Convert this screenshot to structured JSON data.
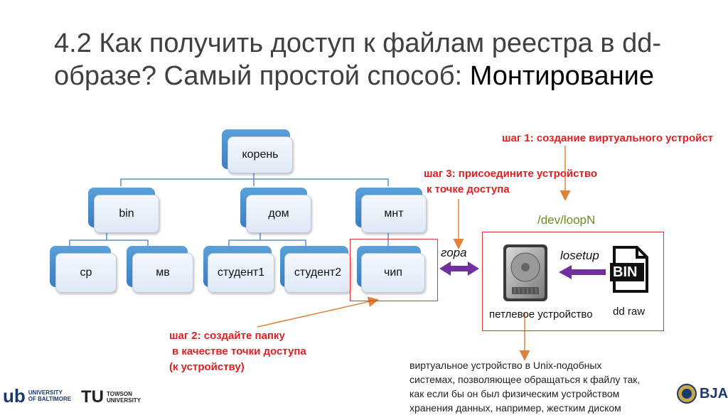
{
  "title": {
    "line1": "4.2 Как получить доступ к файлам реестра в dd-",
    "line2_prefix": "образе? Самый простой способ: ",
    "line2_emph": "Монтирование"
  },
  "tree": {
    "root": "корень",
    "level1": [
      "bin",
      "дом",
      "мнт"
    ],
    "level2": [
      "cp",
      "мв",
      "студент1",
      "студент2",
      "чип"
    ]
  },
  "steps": {
    "step1": "шаг 1: создание виртуального устройст",
    "step3_line1": "шаг 3: присоедините устройство",
    "step3_line2": "к точке доступа",
    "step2_line1": "шаг 2: создайте папку",
    "step2_line2": "в качестве точки доступа",
    "step2_line3": "(к устройству)"
  },
  "device": {
    "path": "/dev/loopN",
    "mount_label": "гора",
    "losetup_label": "losetup",
    "loop_label": "петлевое устройство",
    "dd_label": "dd raw",
    "bin_text": "BIN"
  },
  "note": {
    "line1": "виртуальное устройство в Unix-подобных",
    "line2": "системах, позволяющее обращаться к файлу так,",
    "line3": "как если бы он был физическим устройством",
    "line4": "хранения данных, например, жестким диском"
  },
  "footer": {
    "ub_mark": "ub",
    "ub_line1": "UNIVERSITY",
    "ub_line2": "OF BALTIMORE",
    "tu_mark": "TU",
    "tu_line1": "TOWSON",
    "tu_line2": "UNIVERSITY",
    "bja": "BJA"
  },
  "colors": {
    "step_red": "#e02020",
    "arrow_orange": "#e0823a",
    "purple": "#7030a0",
    "node_blue": "#3b7fc1"
  }
}
